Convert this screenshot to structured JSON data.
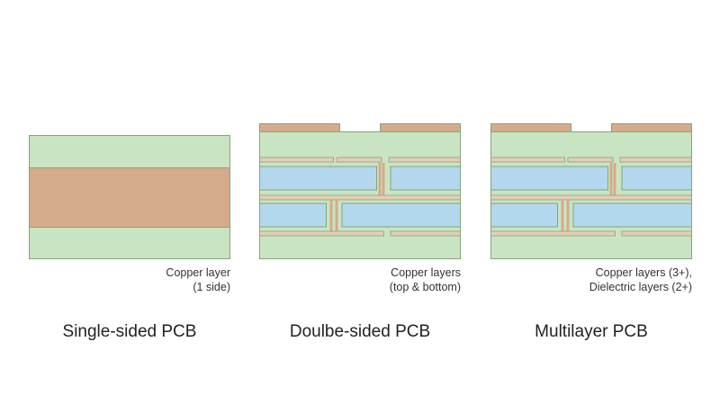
{
  "colors": {
    "substrate": "#c9e4c3",
    "copper": "#d6ab8a",
    "copper_stripe": "#e6cdb5",
    "dielectric": "#b3d8ee",
    "outline": "#86a47c",
    "caption_text": "#333333",
    "title_text": "#222222"
  },
  "panels": [
    {
      "id": "single",
      "caption_lines": [
        "Copper layer",
        "(1 side)"
      ],
      "title": "Single-sided PCB"
    },
    {
      "id": "double",
      "caption_lines": [
        "Copper layers",
        "(top & bottom)"
      ],
      "title": "Doulbe-sided PCB"
    },
    {
      "id": "multi",
      "caption_lines": [
        "Copper layers (3+),",
        "Dielectric layers (2+)"
      ],
      "title": "Multilayer PCB"
    }
  ]
}
